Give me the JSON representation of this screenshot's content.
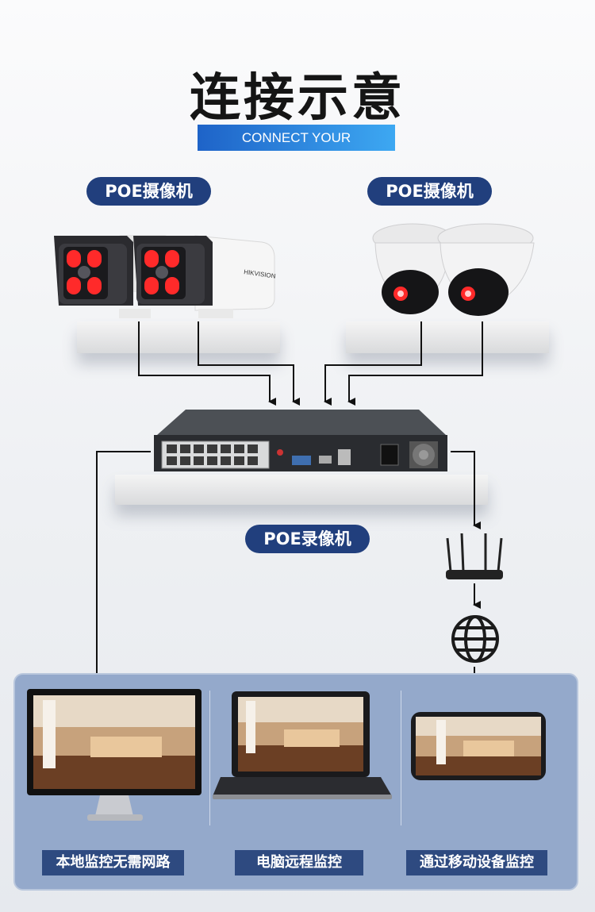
{
  "header": {
    "title": "连接示意",
    "subtitle": "CONNECT YOUR"
  },
  "labels": {
    "camera_left": "POE摄像机",
    "camera_right": "POE摄像机",
    "recorder": "POE录像机"
  },
  "cameras": {
    "brand_text": "HIKVISION"
  },
  "clients": [
    {
      "label": "本地监控无需网路"
    },
    {
      "label": "电脑远程监控"
    },
    {
      "label": "通过移动设备监控"
    }
  ],
  "colors": {
    "accent_blue": "#213f7d",
    "panel": "#94a9cb",
    "caption": "#2e4a80",
    "ir_red": "#ff2a2a"
  }
}
